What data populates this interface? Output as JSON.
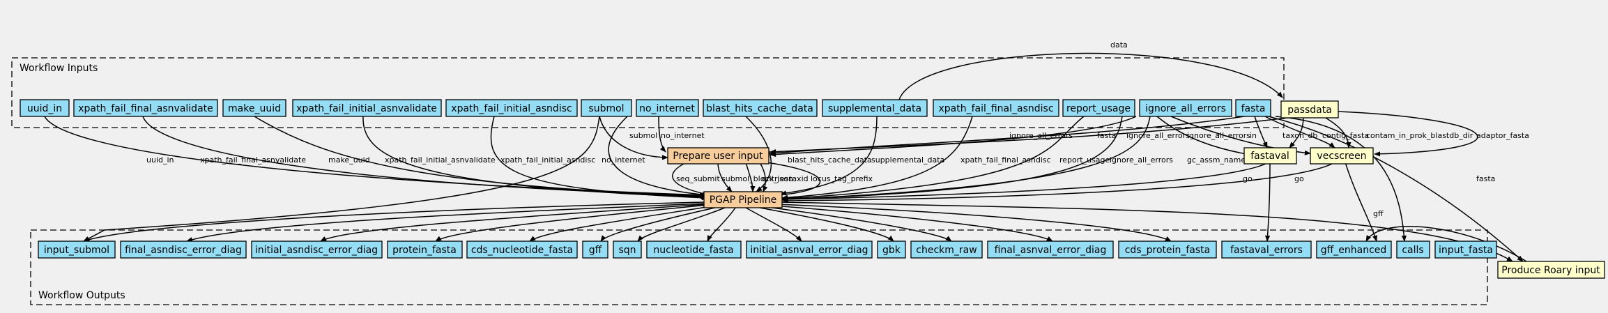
{
  "clusters": {
    "inputs": "Workflow Inputs",
    "outputs": "Workflow Outputs"
  },
  "nodes": {
    "uuid_in": "uuid_in",
    "xpath_fail_final_asnvalidate": "xpath_fail_final_asnvalidate",
    "make_uuid": "make_uuid",
    "xpath_fail_initial_asnvalidate": "xpath_fail_initial_asnvalidate",
    "xpath_fail_initial_asndisc": "xpath_fail_initial_asndisc",
    "submol": "submol",
    "no_internet": "no_internet",
    "blast_hits_cache_data": "blast_hits_cache_data",
    "supplemental_data": "supplemental_data",
    "xpath_fail_final_asndisc": "xpath_fail_final_asndisc",
    "report_usage": "report_usage",
    "ignore_all_errors": "ignore_all_errors",
    "fasta": "fasta",
    "passdata": "passdata",
    "prepare": "Prepare user input",
    "fastaval": "fastaval",
    "vecscreen": "vecscreen",
    "pgap": "PGAP Pipeline",
    "roary": "Produce Roary input",
    "input_submol": "input_submol",
    "final_asndisc_error_diag": "final_asndisc_error_diag",
    "initial_asndisc_error_diag": "initial_asndisc_error_diag",
    "protein_fasta": "protein_fasta",
    "cds_nucleotide_fasta": "cds_nucleotide_fasta",
    "gff": "gff",
    "sqn": "sqn",
    "nucleotide_fasta": "nucleotide_fasta",
    "initial_asnval_error_diag": "initial_asnval_error_diag",
    "gbk": "gbk",
    "checkm_raw": "checkm_raw",
    "final_asnval_error_diag": "final_asnval_error_diag",
    "cds_protein_fasta": "cds_protein_fasta",
    "fastaval_errors": "fastaval_errors",
    "gff_enhanced": "gff_enhanced",
    "calls": "calls",
    "input_fasta": "input_fasta"
  },
  "edge_labels": {
    "data": "data",
    "uuid_in": "uuid_in",
    "xpath_fail_final_asnvalidate": "xpath_fail_final_asnvalidate",
    "make_uuid": "make_uuid",
    "xpath_fail_initial_asnvalidate": "xpath_fail_initial_asnvalidate",
    "xpath_fail_initial_asndisc": "xpath_fail_initial_asndisc",
    "submol": "submol",
    "no_internet_1": "no_internet",
    "no_internet_2": "no_internet",
    "blast_hits_cache_data": "blast_hits_cache_data",
    "supplemental_data": "supplemental_data",
    "xpath_fail_final_asndisc": "xpath_fail_final_asndisc",
    "report_usage": "report_usage",
    "ignore_all_errors_1": "ignore_all_errors",
    "ignore_all_errors_2": "ignore_all_errors",
    "ignore_all_errors_3": "ignore_all_errors",
    "ignore_all_errors_4": "ignore_all_errors",
    "ignore_all_errors_5": "ignore_all_errors",
    "fasta": "fasta",
    "gc_assm_name": "gc_assm_name",
    "in": "in",
    "taxon_db": "taxon_db",
    "contig_fasta": "contig_fasta",
    "contam_in_prok_blastdb_dir": "contam_in_prok_blastdb_dir",
    "adaptor_fasta": "adaptor_fasta",
    "fasta_roary": "fasta",
    "seq_submit": "seq_submit",
    "submol_block_json": "submol_block_json",
    "entries": "entries",
    "taxid": "taxid",
    "locus_tag_prefix": "locus_tag_prefix",
    "go_1": "go",
    "go_2": "go",
    "gff": "gff"
  }
}
